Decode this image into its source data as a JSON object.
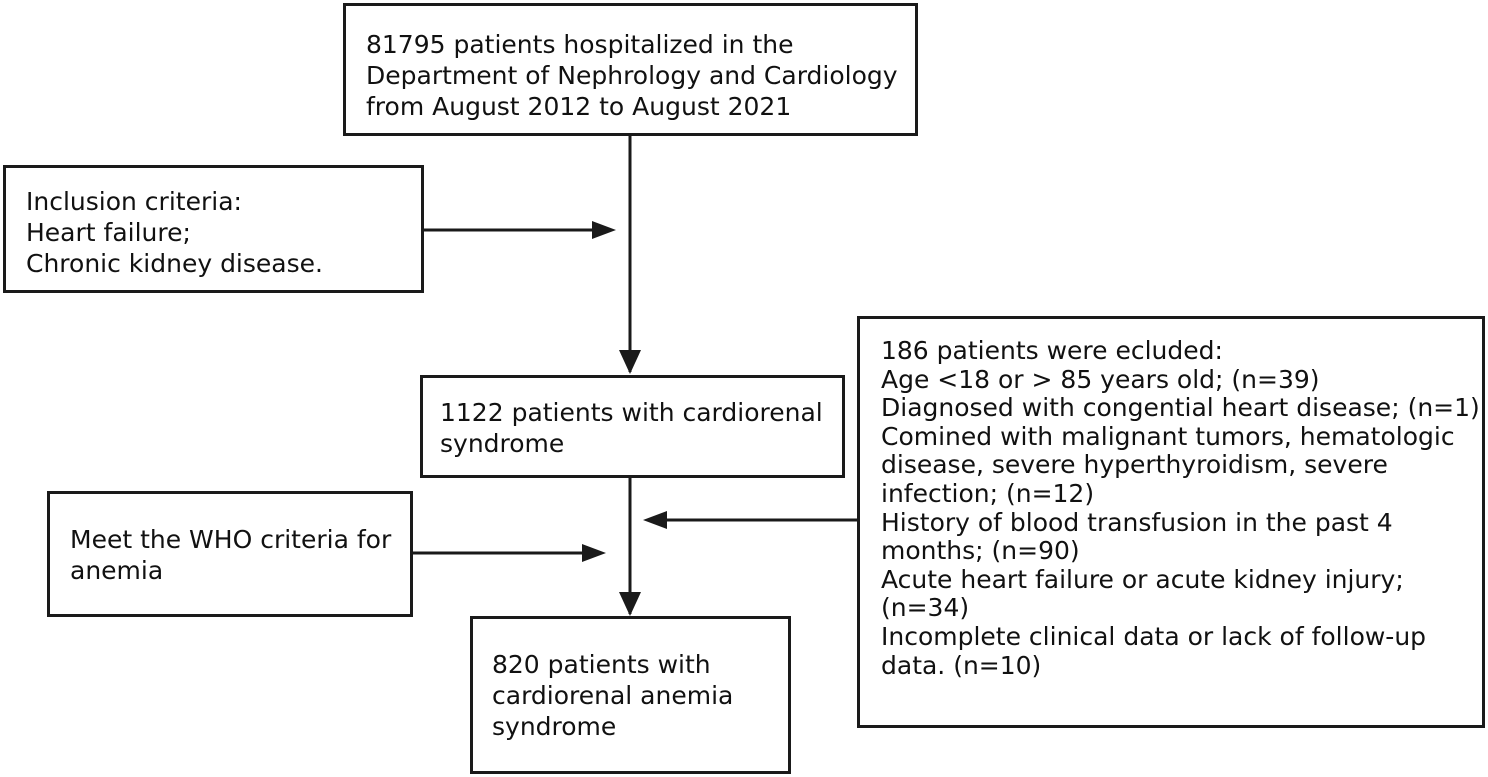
{
  "boxes": {
    "top": {
      "lines": [
        "81795 patients hospitalized in the",
        "Department of Nephrology and Cardiology",
        "from August 2012 to August 2021"
      ]
    },
    "inclusion": {
      "lines": [
        "Inclusion criteria:",
        "Heart failure;",
        "Chronic kidney disease."
      ]
    },
    "cardiorenal": {
      "lines": [
        "1122 patients with cardiorenal",
        "syndrome"
      ]
    },
    "who": {
      "lines": [
        "Meet the WHO criteria for",
        "anemia"
      ]
    },
    "final": {
      "lines": [
        "820 patients with",
        "cardiorenal anemia",
        "syndrome"
      ]
    },
    "exclusion": {
      "lines": [
        "186 patients were ecluded:",
        "Age <18 or > 85 years old; (n=39)",
        "Diagnosed with congential heart disease; (n=1)",
        "Comined with malignant tumors, hematologic",
        "disease, severe hyperthyroidism, severe",
        "infection; (n=12)",
        "History of blood transfusion in the past 4",
        "months; (n=90)",
        "Acute heart failure or acute kidney injury;",
        "(n=34)",
        "Incomplete clinical data or lack of follow-up",
        "data. (n=10)"
      ]
    }
  },
  "colors": {
    "stroke": "#1a1a1a",
    "text": "#111111",
    "background": "#ffffff"
  }
}
